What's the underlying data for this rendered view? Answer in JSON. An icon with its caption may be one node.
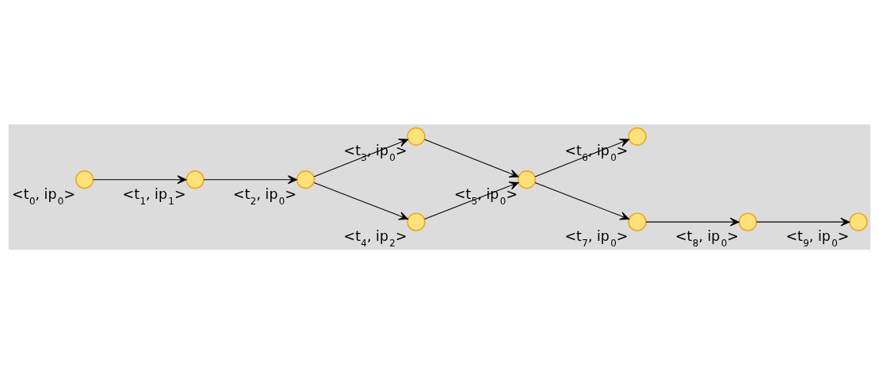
{
  "diagram": {
    "nodes": [
      {
        "text": [],
        "shape": "circle",
        "beside": [
          "<t$_{0}$, ip$_{0}$>"
        ]
      },
      {
        "text": [],
        "shape": "circle",
        "beside": [
          "<t$_{1}$, ip$_{1}$>"
        ]
      },
      {
        "text": [],
        "shape": "circle",
        "beside": [
          "<t$_{2}$, ip$_{0}$>"
        ]
      },
      {
        "text": [],
        "shape": "circle",
        "beside": [
          "<t$_{3}$, ip$_{0}$>"
        ]
      },
      {
        "text": [],
        "shape": "circle",
        "beside": [
          "<t$_{4}$, ip$_{2}$>"
        ]
      },
      {
        "text": [],
        "shape": "circle",
        "beside": [
          "<t$_{5}$, ip$_{0}$>"
        ]
      },
      {
        "text": [],
        "shape": "circle",
        "beside": [
          "<t$_{6}$, ip$_{0}$>"
        ]
      },
      {
        "text": [],
        "shape": "circle",
        "beside": [
          "<t$_{7}$, ip$_{0}$>"
        ]
      },
      {
        "text": [],
        "shape": "circle",
        "beside": [
          "<t$_{8}$, ip$_{0}$>"
        ]
      },
      {
        "text": [],
        "shape": "circle",
        "beside": [
          "<t$_{9}$, ip$_{0}$>"
        ]
      }
    ],
    "edges": [
      {
        "from": 0,
        "to": 1,
        "arrow": "to"
      },
      {
        "from": 1,
        "to": 2,
        "arrow": "to"
      },
      {
        "from": 2,
        "to": 3,
        "arrow": "to"
      },
      {
        "from": 2,
        "to": 4,
        "arrow": "to"
      },
      {
        "from": 3,
        "to": 5,
        "arrow": "to"
      },
      {
        "from": 4,
        "to": 5,
        "arrow": "to"
      },
      {
        "from": 5,
        "to": 7,
        "arrow": "to"
      },
      {
        "from": 5,
        "to": 6,
        "arrow": "to"
      },
      {
        "from": 7,
        "to": 8,
        "arrow": "to"
      },
      {
        "from": 8,
        "to": 9,
        "arrow": "to"
      }
    ]
  }
}
